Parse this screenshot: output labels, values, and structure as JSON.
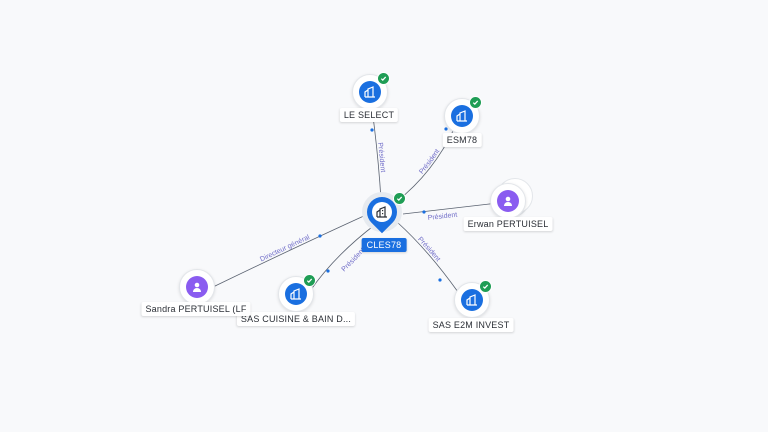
{
  "colors": {
    "company": "#1a6fe0",
    "person": "#8a5cf0",
    "verified": "#1f9d55",
    "edge": "#5a6270",
    "edge_label": "#6f6cc8"
  },
  "center_node": {
    "label": "CLES78",
    "icon": "company-building-icon",
    "verified": true
  },
  "nodes": [
    {
      "id": "le-select",
      "label": "LE SELECT",
      "type": "company",
      "icon": "company-building-icon",
      "verified": true
    },
    {
      "id": "esm78",
      "label": "ESM78",
      "type": "company",
      "icon": "company-building-icon",
      "verified": true
    },
    {
      "id": "erwan",
      "label": "Erwan PERTUISEL",
      "type": "person",
      "icon": "person-icon",
      "verified": false
    },
    {
      "id": "sas-e2m",
      "label": "SAS E2M INVEST",
      "type": "company",
      "icon": "company-building-icon",
      "verified": true
    },
    {
      "id": "sas-cuisine",
      "label": "SAS CUISINE & BAIN D...",
      "type": "company",
      "icon": "company-building-icon",
      "verified": true
    },
    {
      "id": "sandra",
      "label": "Sandra PERTUISEL (LF",
      "type": "person",
      "icon": "person-icon",
      "verified": false
    }
  ],
  "edges": [
    {
      "to": "le-select",
      "label": "Président"
    },
    {
      "to": "esm78",
      "label": "Président"
    },
    {
      "to": "erwan",
      "label": "Président"
    },
    {
      "to": "sas-e2m",
      "label": "Président"
    },
    {
      "to": "sas-cuisine",
      "label": "Président"
    },
    {
      "to": "sandra",
      "label": "Directeur général"
    }
  ]
}
